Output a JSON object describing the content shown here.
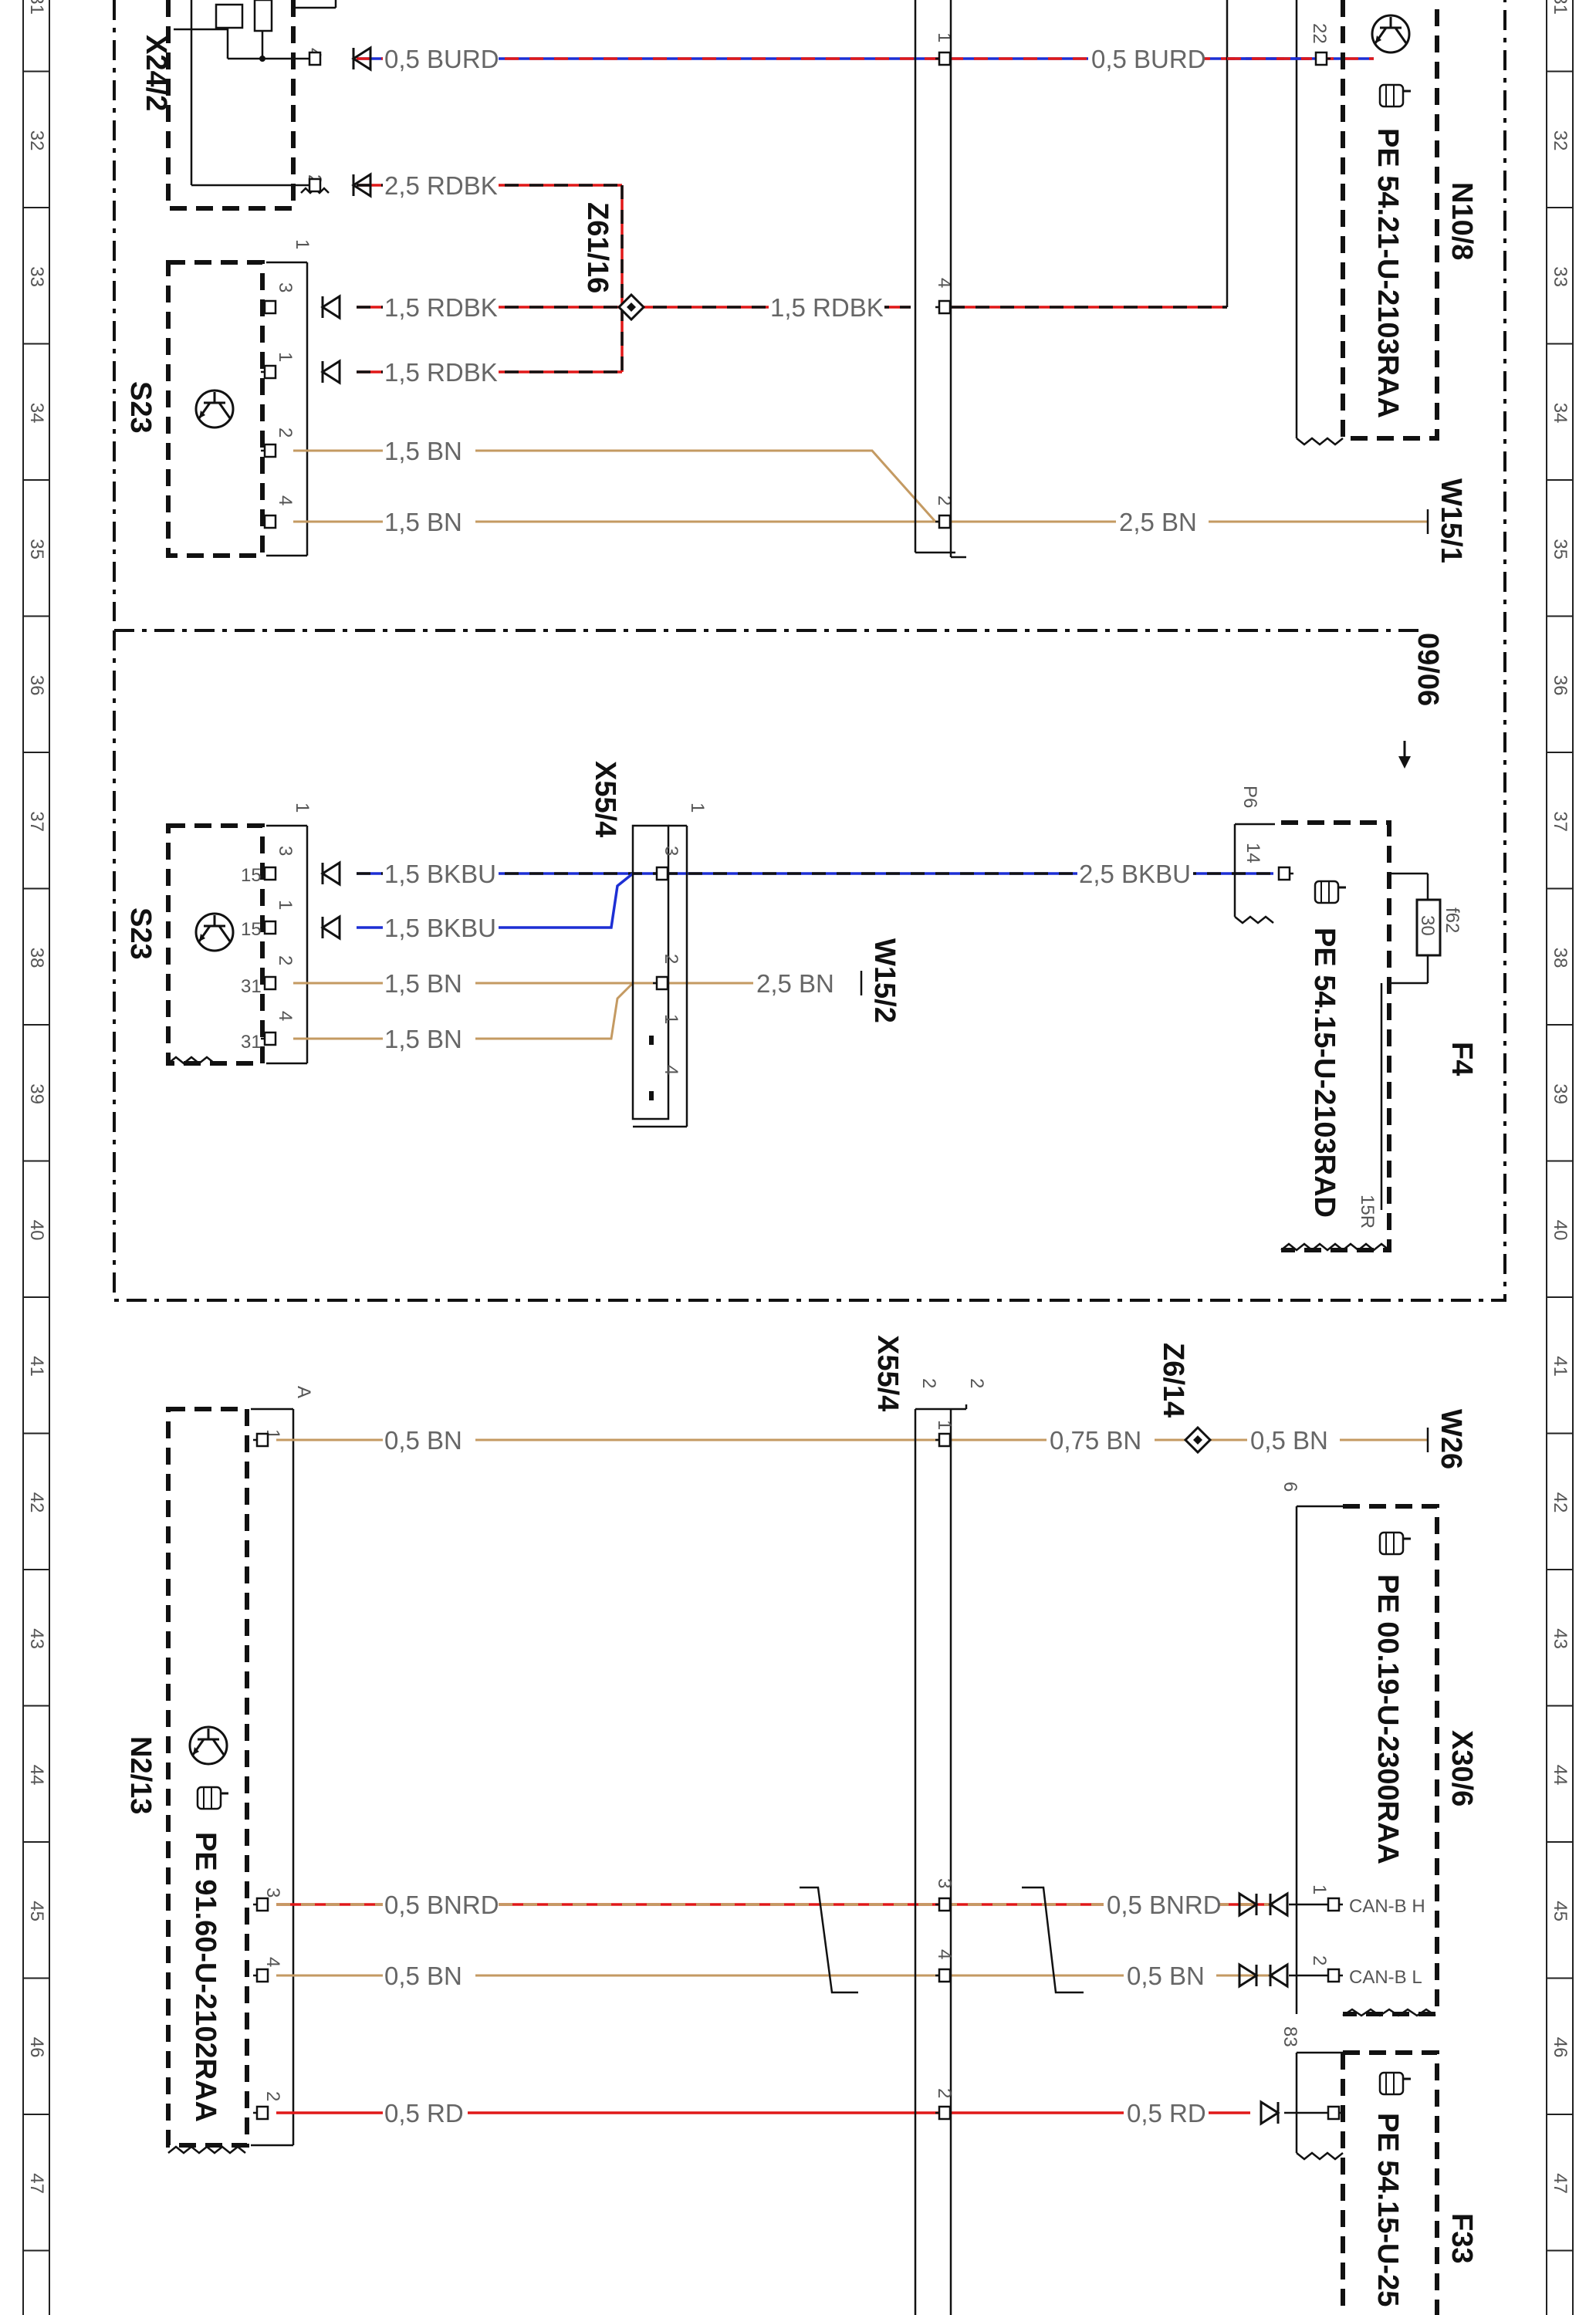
{
  "grid": {
    "rows": [
      "31",
      "32",
      "33",
      "34",
      "35",
      "36",
      "37",
      "38",
      "39",
      "40",
      "41",
      "42",
      "43",
      "44",
      "45",
      "46",
      "47"
    ]
  },
  "components": {
    "x24_2": "X24/2",
    "z61_16": "Z61/16",
    "s23_top": "S23",
    "s23_mid": "S23",
    "x55_4_mid": "X55/4",
    "x55_4_bot": "X55/4",
    "n10_8": "N10/8",
    "w15_1": "W15/1",
    "w15_2": "W15/2",
    "f4": "F4",
    "z6_14": "Z6/14",
    "w26": "W26",
    "x30_6": "X30/6",
    "f33": "F33",
    "n2_13": "N2/13",
    "date_note": "09/06",
    "fuse_f62": "f62",
    "fuse_rating": "30",
    "pin_p6": "P6",
    "pin_15r": "15R",
    "pin_6": "6",
    "pin_83": "83",
    "pin_a": "A",
    "can_h": "CAN-B H",
    "can_l": "CAN-B L"
  },
  "pe_refs": {
    "n10_8": "PE 54.21-U-2103RAA",
    "f4": "PE 54.15-U-2103RAD",
    "x30_6": "PE 00.19-U-2300RAA",
    "n2_13": "PE 91.60-U-2102RAA",
    "f33": "PE 54.15-U-25"
  },
  "wires": {
    "w1a": "0,5 BURD",
    "w1b": "0,5 BURD",
    "w2": "2,5 RDBK",
    "w3a": "1,5 RDBK",
    "w3b": "1,5 RDBK",
    "w3c": "1,5 RDBK",
    "w4": "1,5 BN",
    "w5a": "1,5 BN",
    "w5b": "2,5 BN",
    "w6a": "1,5 BKBU",
    "w6b": "1,5 BKBU",
    "w6c": "2,5 BKBU",
    "w7a": "1,5 BN",
    "w7b": "1,5 BN",
    "w7c": "2,5 BN",
    "w8a": "0,5 BN",
    "w8b": "0,75 BN",
    "w8c": "0,5 BN",
    "w9a": "0,5 BNRD",
    "w9b": "0,5 BNRD",
    "w10a": "0,5 BN",
    "w10b": "0,5 BN",
    "w11a": "0,5 RD",
    "w11b": "0,5 RD"
  },
  "colors": {
    "wire_brown": "#c49a62",
    "wire_blue": "#1d2fd4",
    "wire_red": "#e01818",
    "wire_black": "#111111"
  },
  "icons": [
    "ground-symbol-icon",
    "manual-pointer-icon",
    "transistor-icon",
    "connector-arrow-icon",
    "splice-diamond-icon"
  ]
}
